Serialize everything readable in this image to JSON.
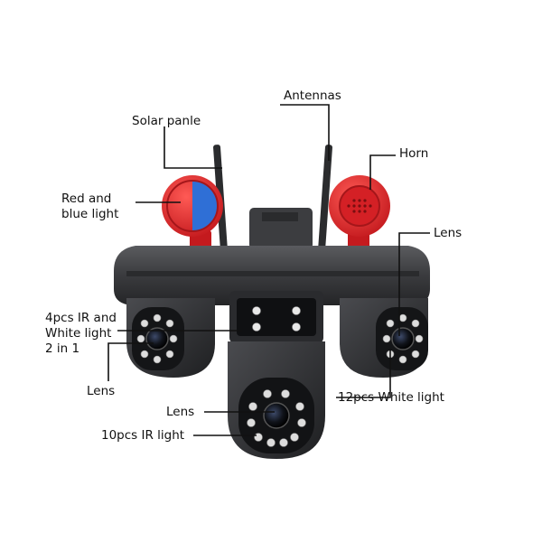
{
  "labels": {
    "antennas": "Antennas",
    "solar_panel": "Solar panle",
    "horn": "Horn",
    "red_blue_light": [
      "Red and",
      "blue light"
    ],
    "lens_right": "Lens",
    "ir_white_light": [
      "4pcs IR and",
      "White light",
      "2 in 1"
    ],
    "lens_left": "Lens",
    "white_light_12": "12pcs White light",
    "lens_bottom": "Lens",
    "ir_light_10": "10pcs IR light"
  },
  "colors": {
    "body": "#3a3b3e",
    "body_dark": "#1f2022",
    "siren_red": "#e0262a",
    "siren_blue": "#2f6fd6",
    "leader": "#111111"
  }
}
